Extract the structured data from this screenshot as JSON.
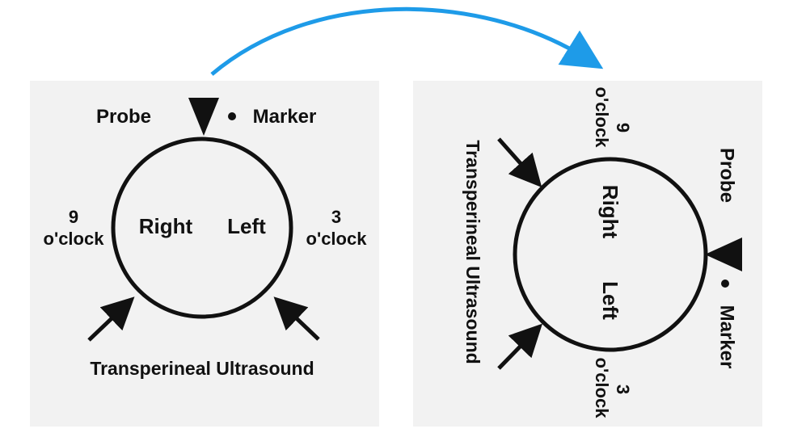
{
  "colors": {
    "panel": "#f2f2f2",
    "ink": "#111111",
    "arrow": "#1e9be8",
    "background": "#ffffff"
  },
  "left_panel": {
    "probe": "Probe",
    "marker": "Marker",
    "nine": "9",
    "nine_oclock": "o'clock",
    "three": "3",
    "three_oclock": "o'clock",
    "right": "Right",
    "left": "Left",
    "caption": "Transperineal Ultrasound"
  },
  "right_panel": {
    "probe": "Probe",
    "marker": "Marker",
    "nine": "9",
    "nine_oclock": "o'clock",
    "three": "3",
    "three_oclock": "o'clock",
    "right": "Right",
    "left": "Left",
    "caption": "Transperineal Ultrasound"
  }
}
